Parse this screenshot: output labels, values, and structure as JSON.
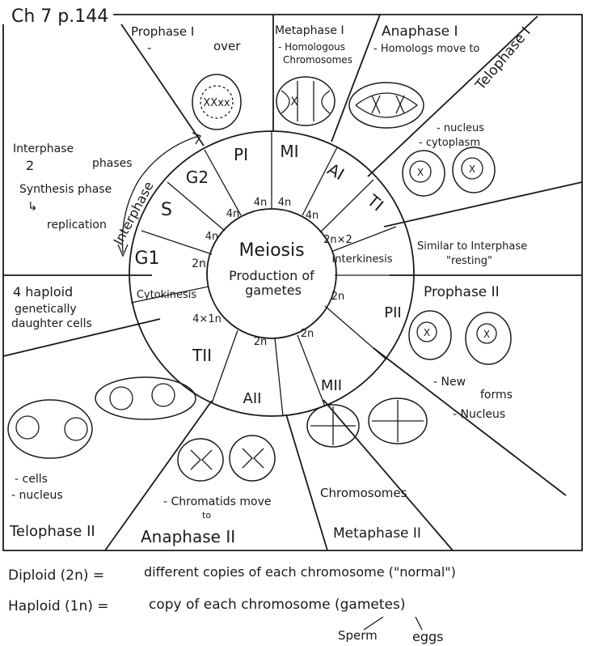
{
  "header": "Ch 7  p.144",
  "center": {
    "title": "Meiosis",
    "line1": "Production of",
    "line2": "gametes"
  },
  "ring_labels": {
    "PI": "PI",
    "MI": "MI",
    "AI": "AI",
    "TI": "TI",
    "G2": "G2",
    "S": "S",
    "G1": "G1",
    "interkinesis": "Interkinesis",
    "PII": "PII",
    "MII": "MII",
    "AII": "AII",
    "TII": "TII",
    "cytokinesis": "Cytokinesis",
    "interphase_arc": "Interphase"
  },
  "ploidy": {
    "pi": "4n",
    "mi": "4n",
    "ai": "4n",
    "ti": "2n×2",
    "g2": "4n",
    "g1": "4n",
    "g1b": "2n",
    "pii": "2n",
    "mii": "2n",
    "aii": "2n",
    "tii": "4×1n"
  },
  "phases": {
    "prophase_1": {
      "title": "Prophase I",
      "note_dash": "-",
      "note": "over"
    },
    "metaphase_1": {
      "title": "Metaphase I",
      "note1": "- Homologous",
      "note2": "Chromosomes"
    },
    "anaphase_1": {
      "title": "Anaphase I",
      "note": "- Homologs move to"
    },
    "telophase_1": {
      "title": "Telophase I",
      "note1": "- nucleus",
      "note2": "- cytoplasm"
    },
    "interphase": {
      "l1": "Interphase",
      "l2": "2",
      "l2b": "phases",
      "l3": "Synthesis phase",
      "l4": "↳",
      "l5": "replication"
    },
    "interkinesis_note": {
      "l1": "Similar to Interphase",
      "l2": "\"resting\""
    },
    "prophase_2": {
      "title": "Prophase II",
      "note1": "- New",
      "note2": "forms",
      "note3": "- Nucleus"
    },
    "metaphase_2": {
      "title": "Metaphase II",
      "note": "Chromosomes"
    },
    "anaphase_2": {
      "title": "Anaphase II",
      "note1": "- Chromatids move",
      "note2": "to"
    },
    "telophase_2": {
      "title": "Telophase II",
      "note1": "- cells",
      "note2": "- nucleus"
    },
    "cytokinesis_note": {
      "l1": "4 haploid",
      "l2": "genetically",
      "l3": "daughter cells"
    }
  },
  "footer": {
    "diploid_label": "Diploid (2n) =",
    "diploid_text": "different copies of each chromosome (\"normal\")",
    "haploid_label": "Haploid (1n) =",
    "haploid_text": "copy of each chromosome (gametes)",
    "sperm": "Sperm",
    "eggs": "eggs"
  },
  "cell_text": {
    "xx": "XXxx",
    "xx_small": "X"
  }
}
